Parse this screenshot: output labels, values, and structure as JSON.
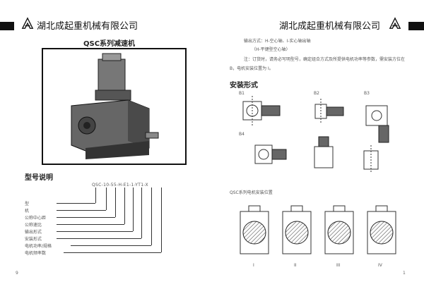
{
  "header": {
    "company_left": "湖北成起重机械有限公司",
    "company_right": "湖北成起重机械有限公司"
  },
  "left": {
    "title": "QSC系列减速机",
    "model_heading": "型号说明",
    "model_code": "QSC-10-55-H-E1-1-YT1-X",
    "legend_labels": [
      "型",
      "机",
      "公称中心距",
      "公称速比",
      "输出形式",
      "安装形式",
      "电机功率/规格",
      "电机频率数"
    ],
    "page_number": "9"
  },
  "right": {
    "notes_lines": [
      "输出方式：H-空心轴、I-实心轴出轴",
      "（H-平键型空心轴）",
      "注：订货时，请务必写明型号，确定组合方式及所提供电机功率等参数，需安装方位在",
      "B，电机安装位置为 I。"
    ],
    "install_heading": "安装形式",
    "install_labels": [
      "B1",
      "B2",
      "B3",
      "B4"
    ],
    "motor_pos_heading": "QSC系列电机安装位置",
    "motor_pos_labels": [
      "I",
      "II",
      "III",
      "IV"
    ],
    "page_number": "1"
  },
  "colors": {
    "ink": "#111111",
    "bar": "#111111"
  }
}
